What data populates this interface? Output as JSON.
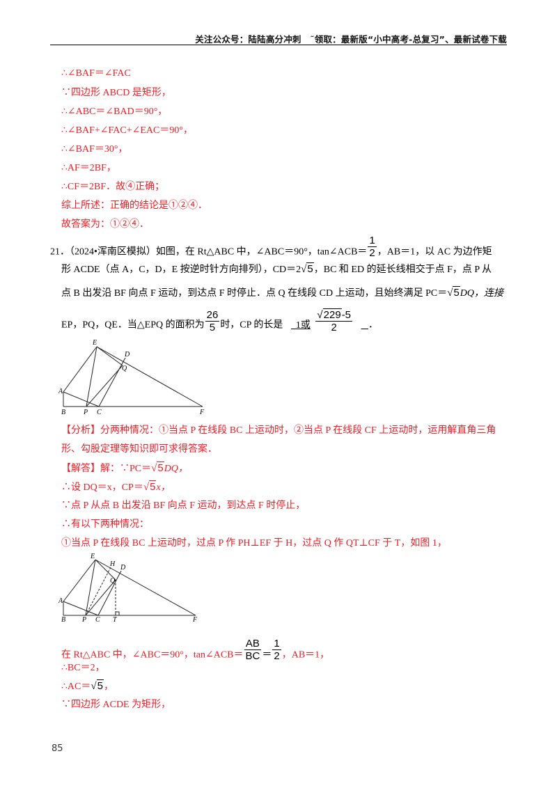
{
  "header": {
    "text": "关注公众号：陆陆高分冲刺　˜领取：最新版“小中高考-总复习”、最新试卷下载"
  },
  "prev_solution": {
    "lines": [
      "∴∠BAF＝∠FAC",
      "∵四边形 ABCD 是矩形，",
      "∴∠ABC＝∠BAD＝90°，",
      "∴∠BAF+∠FAC+∠EAC＝90°，",
      "∴∠BAF＝30°，",
      "∴AF＝2BF，",
      "∴CF＝2BF．故④正确；",
      "综上所述：正确的结论是①②④．",
      "故答案为：①②④．"
    ]
  },
  "question": {
    "number": "21．",
    "source": "（2024•浑南区模拟）",
    "line1_a": "如图，在 Rt△ABC 中，∠ABC＝90°，tan∠ACB＝",
    "tan_num": "1",
    "tan_den": "2",
    "line1_b": "，AB＝1，以 AC 为边作矩",
    "line2_a": "形 ACDE（点 A，C，D，E 按逆时针方向排列），CD＝2",
    "cd_radicand": "5",
    "line2_b": "，BC 和 ED 的延长线相交于点 F，点 P 从",
    "line3_a": "点 B 出发沿 BF 向点 F 运动，到达点 F 时停止．点 Q 在线段 CD 上运动，且始终满足 PC＝",
    "pc_radicand": "5",
    "line3_b": "DQ，连接",
    "line4_a": "EP，PQ，QE．当△EPQ 的面积为",
    "area_num": "26",
    "area_den": "5",
    "line4_b": "时，CP 的长是",
    "answer_1": "1或",
    "answer_frac_num_radicand": "229",
    "answer_frac_num_rest": "-5",
    "answer_frac_den": "2",
    "answer_tail": "．"
  },
  "figure_main": {
    "labels": [
      "E",
      "D",
      "Q",
      "A",
      "B",
      "P",
      "C",
      "F"
    ]
  },
  "analysis": {
    "tag": "【分析】",
    "line1": "分两种情况：①当点 P 在线段 BC 上运动时，②当点 P 在线段 CF 上运动时，运用解直角三角",
    "line2": "形、勾股定理等知识即可求得答案．"
  },
  "solution": {
    "tag": "【解答】",
    "line1_a": "解：∵PC＝",
    "line1_radicand": "5",
    "line1_b": "DQ，",
    "line2_a": "∴设 DQ＝x，CP＝",
    "line2_radicand": "5",
    "line2_b": "x，",
    "line3": "∵点 P 从点 B 出发沿 BF 向点 F 运动，到达点 F 时停止，",
    "line4": "∴有以下两种情况：",
    "line5": "①当点 P 在线段 BC 上运动时，过点 P 作 PH⊥EF 于 H，过点 Q 作 QT⊥CF 于 T，如图 1，",
    "line6_a": "在 Rt△ABC 中，∠ABC＝90°，tan∠ACB＝",
    "line6_frac1_num": "AB",
    "line6_frac1_den": "BC",
    "line6_eq": "＝",
    "line6_frac2_num": "1",
    "line6_frac2_den": "2",
    "line6_b": "，AB＝1，",
    "line7": "∴BC＝2，",
    "line8_a": "∴AC＝",
    "line8_radicand": "5",
    "line8_b": "，",
    "line9": "∵四边形 ACDE 为矩形，"
  },
  "figure_1": {
    "labels": [
      "E",
      "H",
      "D",
      "Q",
      "A",
      "B",
      "P",
      "C",
      "T",
      "F"
    ]
  },
  "footer": {
    "page_number": "85"
  }
}
